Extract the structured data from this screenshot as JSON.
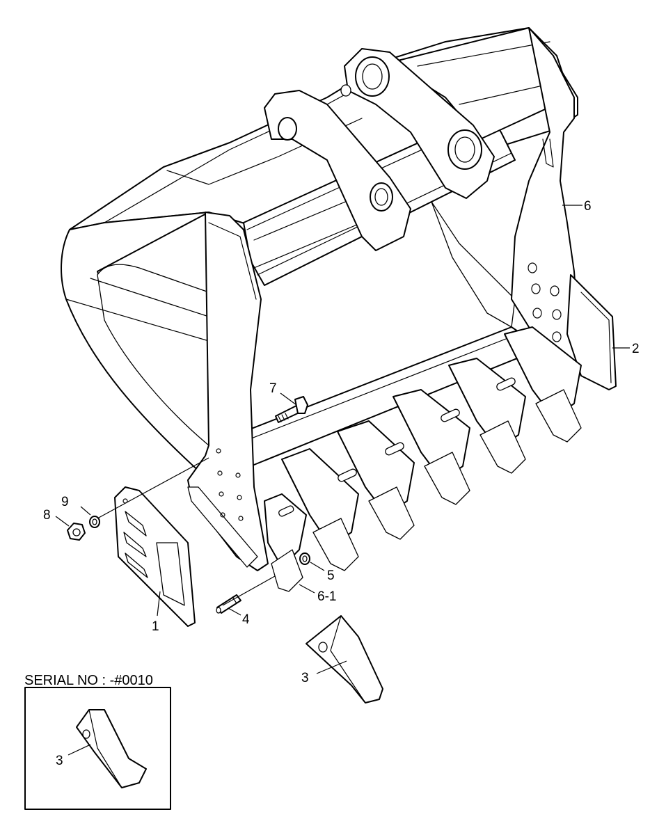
{
  "diagram": {
    "serial_label": "SERIAL NO : -#0010",
    "callouts": {
      "c1": "1",
      "c2": "2",
      "c3a": "3",
      "c3b": "3",
      "c4": "4",
      "c5": "5",
      "c6": "6",
      "c61": "6-1",
      "c7": "7",
      "c8": "8",
      "c9": "9"
    }
  }
}
